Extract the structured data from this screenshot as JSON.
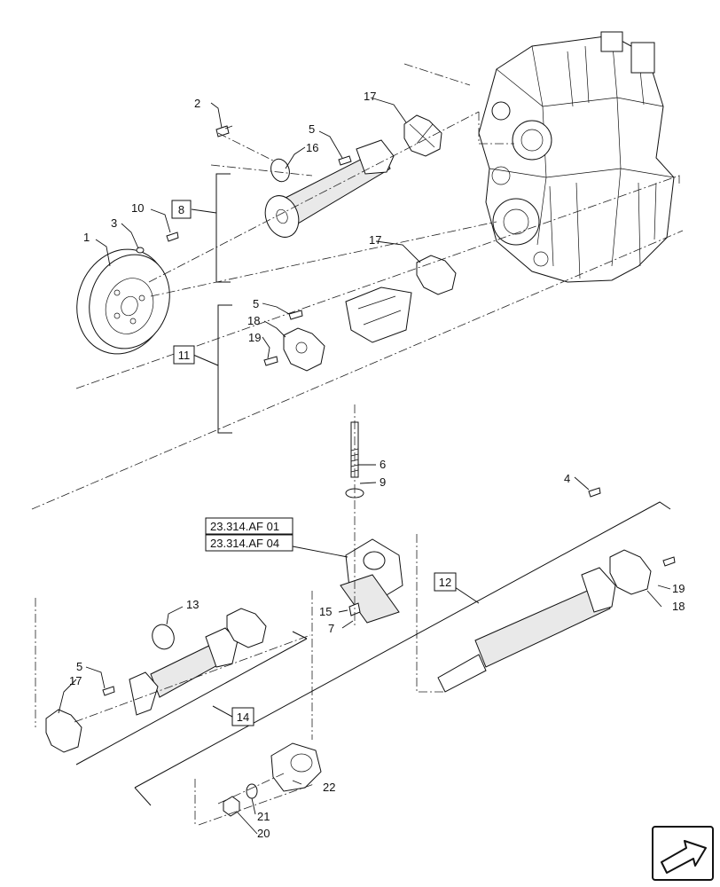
{
  "callouts": [
    "1",
    "2",
    "3",
    "4",
    "5",
    "5",
    "5",
    "6",
    "7",
    "9",
    "10",
    "13",
    "15",
    "16",
    "17",
    "17",
    "17",
    "18",
    "18",
    "19",
    "19",
    "20",
    "21",
    "22"
  ],
  "boxed_labels": {
    "group_8": "8",
    "group_11": "11",
    "group_12": "12",
    "group_14": "14"
  },
  "references": {
    "ref_1": "23.314.AF 01",
    "ref_2": "23.314.AF 04"
  },
  "nav_icon": "next-page-arrow-icon"
}
